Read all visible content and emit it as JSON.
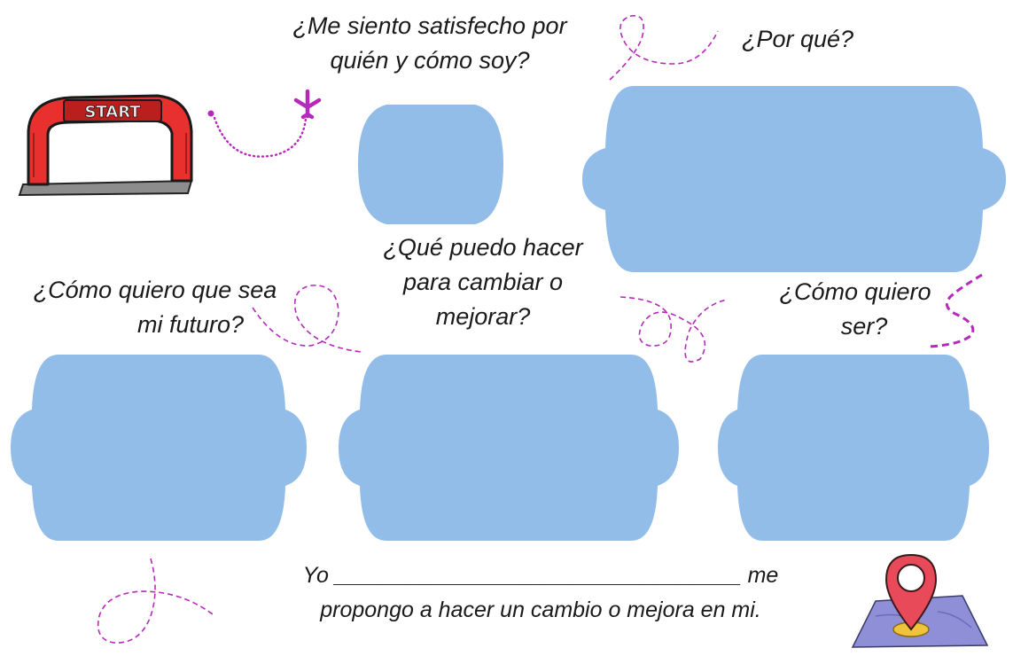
{
  "questions": {
    "satisfied": {
      "line1": "¿Me siento satisfecho por",
      "line2": "quién y cómo soy?"
    },
    "why": "¿Por qué?",
    "future": {
      "line1": "¿Cómo quiero que sea",
      "line2": "mi futuro?"
    },
    "improve": {
      "line1": "¿Qué puedo hacer",
      "line2": "para cambiar o",
      "line3": "mejorar?"
    },
    "be": {
      "line1": "¿Cómo quiero",
      "line2": "ser?"
    }
  },
  "closing": {
    "yo": "Yo",
    "blank": "_________________________________",
    "me": "me",
    "line2": "propongo a hacer un cambio o mejora en mi."
  },
  "start_arch": {
    "label": "START"
  },
  "colors": {
    "box": "#93bde9",
    "arch_red": "#e8302e",
    "deco": "#b52aba",
    "pin": "#e84a5a",
    "map": "#8e8fd6"
  }
}
